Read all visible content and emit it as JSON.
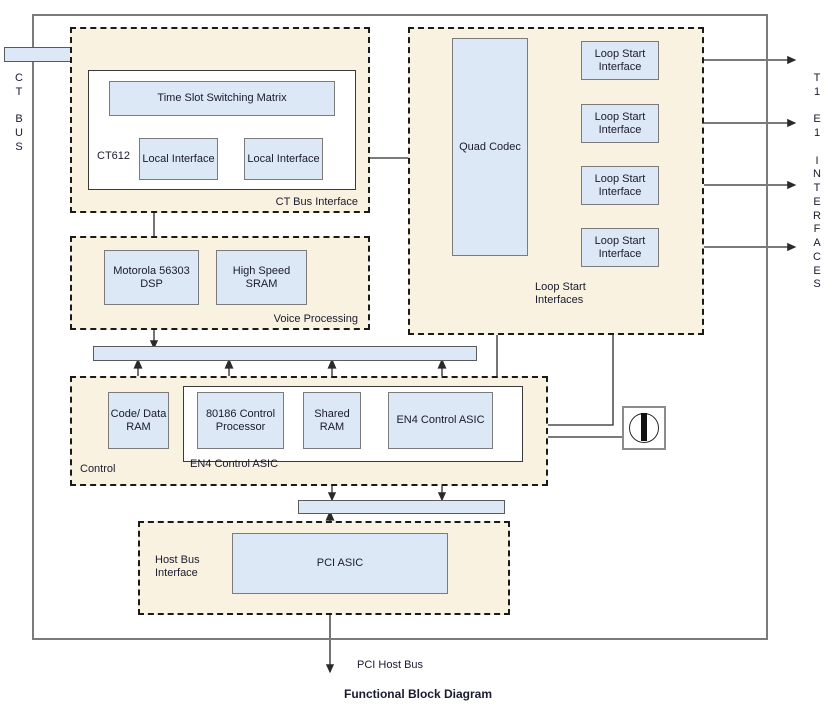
{
  "caption": "Functional Block Diagram",
  "edge_labels": {
    "left_bus": "C\nT\n\nB\nU\nS",
    "right_interfaces": "T\n1\n\nE\n1\n\nI\nN\nT\nE\nR\nF\nA\nC\nE\nS",
    "pci_host_bus": "PCI Host Bus"
  },
  "groups": {
    "ct_bus_interface": {
      "label": "CT Bus Interface",
      "chip_label": "CT612",
      "blocks": [
        {
          "name": "time-slot-switching-matrix",
          "label": "Time Slot Switching Matrix"
        },
        {
          "name": "local-interface-1",
          "label": "Local\nInterface"
        },
        {
          "name": "local-interface-2",
          "label": "Local\nInterface"
        }
      ]
    },
    "voice_processing": {
      "label": "Voice Processing",
      "blocks": [
        {
          "name": "motorola-dsp",
          "label": "Motorola\n56303\nDSP"
        },
        {
          "name": "high-speed-sram",
          "label": "High\nSpeed\nSRAM"
        }
      ]
    },
    "control": {
      "label": "Control",
      "inner_label": "EN4 Control ASIC",
      "blocks": [
        {
          "name": "code-data-ram",
          "label": "Code/\nData\nRAM"
        },
        {
          "name": "control-processor",
          "label": "80186\nControl\nProcessor"
        },
        {
          "name": "shared-ram",
          "label": "Shared\nRAM"
        },
        {
          "name": "en4-control-asic",
          "label": "EN4\nControl\nASIC"
        }
      ]
    },
    "host_bus_interface": {
      "label": "Host Bus\nInterface",
      "blocks": [
        {
          "name": "pci-asic",
          "label": "PCI ASIC"
        }
      ]
    },
    "loop_start_interfaces": {
      "label": "Loop Start\nInterfaces",
      "codec": {
        "name": "quad-codec",
        "label": "Quad\nCodec"
      },
      "interfaces": [
        {
          "name": "loop-start-interface-1",
          "label": "Loop Start\nInterface"
        },
        {
          "name": "loop-start-interface-2",
          "label": "Loop Start\nInterface"
        },
        {
          "name": "loop-start-interface-3",
          "label": "Loop Start\nInterface"
        },
        {
          "name": "loop-start-interface-4",
          "label": "Loop Start\nInterface"
        }
      ]
    }
  },
  "colors": {
    "block_fill": "#dce8f5",
    "group_fill": "#f9f2e0",
    "block_stroke": "#7b7b7b",
    "wire": "#2a2a2a",
    "frame": "#7b7b7b"
  }
}
